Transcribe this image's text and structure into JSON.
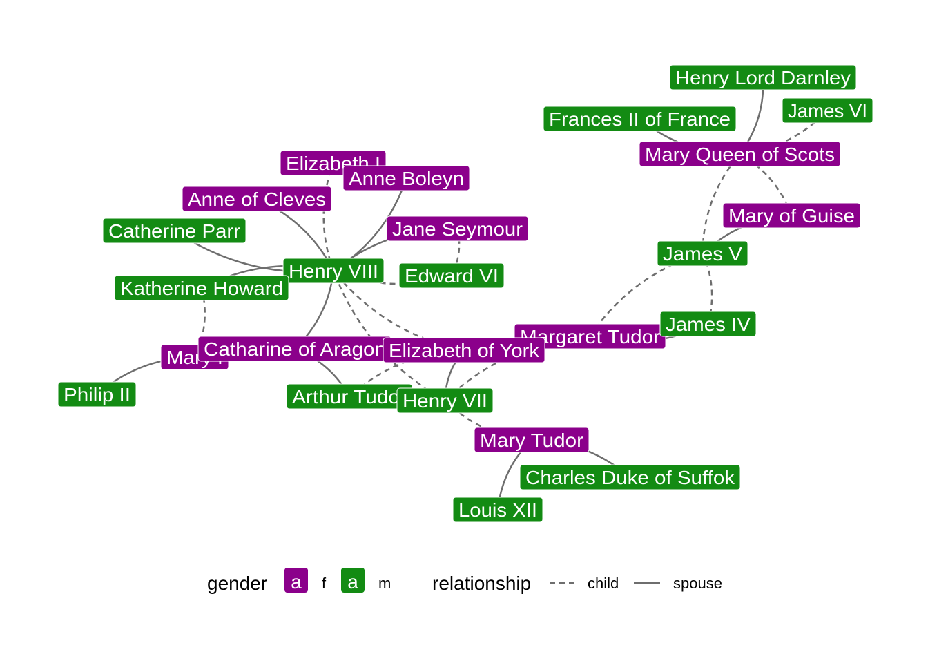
{
  "colors": {
    "female": "#8B008B",
    "male": "#138B13",
    "edge": "#6E6E6E",
    "label_text": "#FFFFFF"
  },
  "nodes": [
    {
      "id": "henry_lord_darnley",
      "label": "Henry Lord Darnley",
      "gender": "m"
    },
    {
      "id": "james_vi",
      "label": "James VI",
      "gender": "m"
    },
    {
      "id": "frances_ii",
      "label": "Frances II of France",
      "gender": "m"
    },
    {
      "id": "mary_queen_of_scots",
      "label": "Mary Queen of Scots",
      "gender": "f"
    },
    {
      "id": "elizabeth_i",
      "label": "Elizabeth I",
      "gender": "f"
    },
    {
      "id": "anne_boleyn",
      "label": "Anne Boleyn",
      "gender": "f"
    },
    {
      "id": "anne_of_cleves",
      "label": "Anne of Cleves",
      "gender": "f"
    },
    {
      "id": "catherine_parr",
      "label": "Catherine Parr",
      "gender": "m"
    },
    {
      "id": "jane_seymour",
      "label": "Jane Seymour",
      "gender": "f"
    },
    {
      "id": "mary_of_guise",
      "label": "Mary of Guise",
      "gender": "f"
    },
    {
      "id": "henry_viii",
      "label": "Henry VIII",
      "gender": "m"
    },
    {
      "id": "edward_vi",
      "label": "Edward VI",
      "gender": "m"
    },
    {
      "id": "james_v",
      "label": "James V",
      "gender": "m"
    },
    {
      "id": "katherine_howard",
      "label": "Katherine Howard",
      "gender": "m"
    },
    {
      "id": "mary_i",
      "label": "Mary I",
      "gender": "f"
    },
    {
      "id": "philip_ii",
      "label": "Philip II",
      "gender": "m"
    },
    {
      "id": "margaret_tudor",
      "label": "Margaret Tudor",
      "gender": "f"
    },
    {
      "id": "james_iv",
      "label": "James IV",
      "gender": "m"
    },
    {
      "id": "catharine_of_aragon",
      "label": "Catharine of Aragon",
      "gender": "f"
    },
    {
      "id": "elizabeth_of_york",
      "label": "Elizabeth of York",
      "gender": "f"
    },
    {
      "id": "arthur_tudor",
      "label": "Arthur Tudor",
      "gender": "m"
    },
    {
      "id": "henry_vii",
      "label": "Henry VII",
      "gender": "m"
    },
    {
      "id": "mary_tudor",
      "label": "Mary Tudor",
      "gender": "f"
    },
    {
      "id": "charles_suffolk",
      "label": "Charles Duke of Suffok",
      "gender": "m"
    },
    {
      "id": "louis_xii",
      "label": "Louis XII",
      "gender": "m"
    }
  ],
  "edges": [
    {
      "from": "henry_viii",
      "to": "catharine_of_aragon",
      "type": "spouse"
    },
    {
      "from": "henry_viii",
      "to": "anne_boleyn",
      "type": "spouse"
    },
    {
      "from": "henry_viii",
      "to": "jane_seymour",
      "type": "spouse"
    },
    {
      "from": "henry_viii",
      "to": "anne_of_cleves",
      "type": "spouse"
    },
    {
      "from": "henry_viii",
      "to": "catherine_parr",
      "type": "spouse"
    },
    {
      "from": "henry_viii",
      "to": "katherine_howard",
      "type": "spouse"
    },
    {
      "from": "henry_viii",
      "to": "elizabeth_i",
      "type": "child"
    },
    {
      "from": "henry_viii",
      "to": "edward_vi",
      "type": "child"
    },
    {
      "from": "jane_seymour",
      "to": "edward_vi",
      "type": "child"
    },
    {
      "from": "anne_boleyn",
      "to": "elizabeth_i",
      "type": "child"
    },
    {
      "from": "katherine_howard",
      "to": "mary_i",
      "type": "child"
    },
    {
      "from": "mary_i",
      "to": "philip_ii",
      "type": "spouse"
    },
    {
      "from": "catharine_of_aragon",
      "to": "arthur_tudor",
      "type": "spouse"
    },
    {
      "from": "elizabeth_of_york",
      "to": "henry_vii",
      "type": "spouse"
    },
    {
      "from": "henry_vii",
      "to": "henry_viii",
      "type": "child"
    },
    {
      "from": "elizabeth_of_york",
      "to": "arthur_tudor",
      "type": "child"
    },
    {
      "from": "henry_vii",
      "to": "margaret_tudor",
      "type": "child"
    },
    {
      "from": "henry_vii",
      "to": "mary_tudor",
      "type": "child"
    },
    {
      "from": "elizabeth_of_york",
      "to": "henry_viii",
      "type": "child"
    },
    {
      "from": "margaret_tudor",
      "to": "james_iv",
      "type": "spouse"
    },
    {
      "from": "margaret_tudor",
      "to": "james_v",
      "type": "child"
    },
    {
      "from": "james_iv",
      "to": "james_v",
      "type": "child"
    },
    {
      "from": "james_v",
      "to": "mary_of_guise",
      "type": "spouse"
    },
    {
      "from": "mary_of_guise",
      "to": "mary_queen_of_scots",
      "type": "child"
    },
    {
      "from": "james_v",
      "to": "mary_queen_of_scots",
      "type": "child"
    },
    {
      "from": "mary_queen_of_scots",
      "to": "henry_lord_darnley",
      "type": "spouse"
    },
    {
      "from": "mary_queen_of_scots",
      "to": "frances_ii",
      "type": "spouse"
    },
    {
      "from": "mary_queen_of_scots",
      "to": "james_vi",
      "type": "child"
    },
    {
      "from": "mary_tudor",
      "to": "charles_suffolk",
      "type": "spouse"
    },
    {
      "from": "mary_tudor",
      "to": "louis_xii",
      "type": "spouse"
    }
  ],
  "legend": {
    "gender_title": "gender",
    "gender_key_glyph": "a",
    "gender_items": [
      {
        "label": "f",
        "gender": "f"
      },
      {
        "label": "m",
        "gender": "m"
      }
    ],
    "relationship_title": "relationship",
    "relationship_items": [
      {
        "label": "child",
        "type": "child"
      },
      {
        "label": "spouse",
        "type": "spouse"
      }
    ]
  }
}
